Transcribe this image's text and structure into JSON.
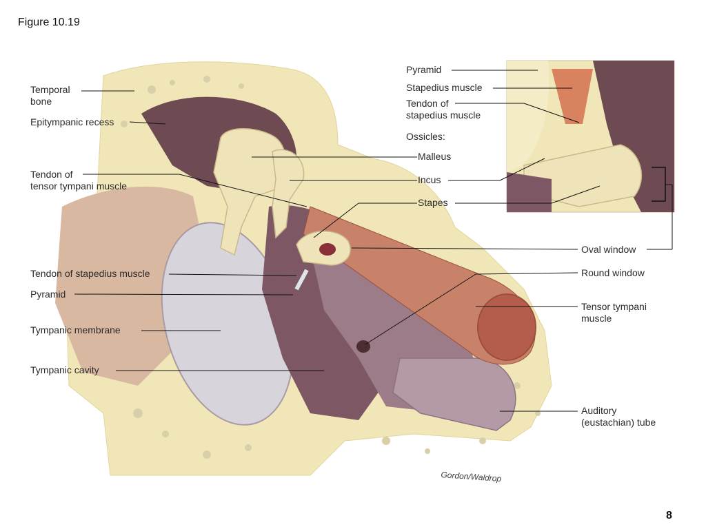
{
  "figure_title": "Figure 10.19",
  "page_number": "8",
  "credit": "Gordon/Waldrop",
  "labels": {
    "temporal_bone": "Temporal\nbone",
    "epitympanic_recess": "Epitympanic recess",
    "tendon_tensor_tympani": "Tendon of\ntensor tympani muscle",
    "tendon_stapedius_left": "Tendon of stapedius muscle",
    "pyramid_left": "Pyramid",
    "tympanic_membrane": "Tympanic membrane",
    "tympanic_cavity": "Tympanic cavity",
    "pyramid_right": "Pyramid",
    "stapedius_muscle": "Stapedius muscle",
    "tendon_stapedius_right": "Tendon of\nstapedius muscle",
    "ossicles": "Ossicles:",
    "malleus": "Malleus",
    "incus": "Incus",
    "stapes": "Stapes",
    "oval_window": "Oval window",
    "round_window": "Round window",
    "tensor_tympani_muscle": "Tensor tympani\nmuscle",
    "auditory_tube": "Auditory\n(eustachian) tube"
  },
  "colors": {
    "bone": "#f1e6b8",
    "bone_spots": "#d9cfa8",
    "cavity": "#6e4a52",
    "cavity_light": "#9c7c88",
    "membrane": "#d8d4dc",
    "ossicle": "#efe3ba",
    "muscle": "#c9826a",
    "muscle_dark": "#9b4f3c",
    "tube": "#b39aa6",
    "line": "#111111"
  }
}
